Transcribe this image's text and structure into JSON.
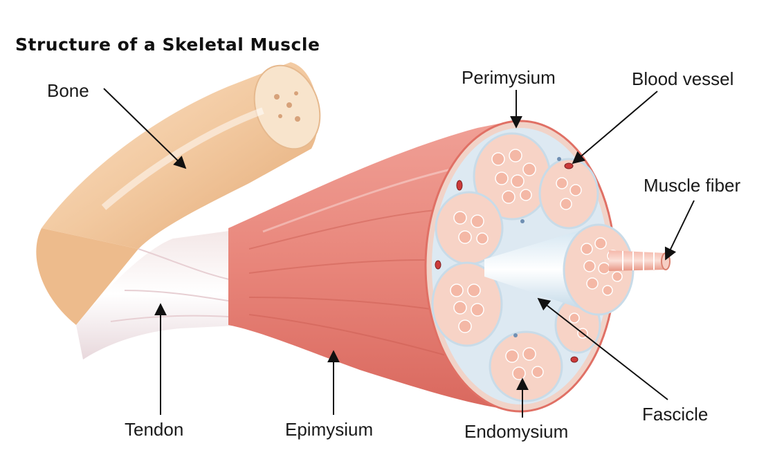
{
  "title": "Structure of a Skeletal Muscle",
  "labels": {
    "bone": "Bone",
    "perimysium": "Perimysium",
    "blood_vessel": "Blood vessel",
    "muscle_fiber": "Muscle fiber",
    "tendon": "Tendon",
    "epimysium": "Epimysium",
    "endomysium": "Endomysium",
    "fascicle": "Fascicle"
  },
  "colors": {
    "bone": "#f2c9a0",
    "muscle": "#e8857a",
    "muscle_dark": "#c95a50",
    "tendon": "#f6ecec",
    "fascicle_fill": "#f7d3c6",
    "fiber_cell": "#f4b8a6",
    "connective": "#dde9f2",
    "blood_vessel": "#cc3b3b"
  }
}
